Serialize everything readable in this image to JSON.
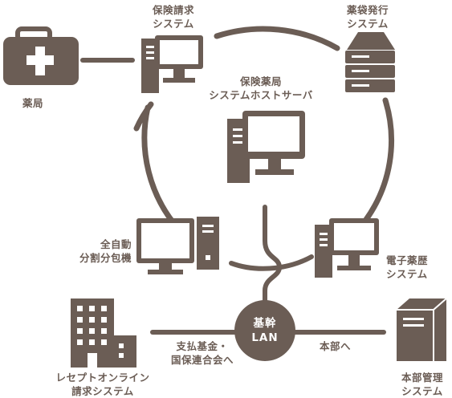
{
  "colors": {
    "primary": "#6b5d55",
    "background": "#ffffff"
  },
  "nodes": {
    "pharmacy": {
      "label": "薬局",
      "icon": "first-aid-kit-icon"
    },
    "insurance_billing": {
      "label": "保険請求\nシステム",
      "icon": "desktop-computer-icon"
    },
    "bag_issuing": {
      "label": "薬袋発行\nシステム",
      "icon": "server-stack-icon"
    },
    "host_server": {
      "label": "保険薬局\nシステムホストサーバ",
      "icon": "desktop-computer-icon"
    },
    "auto_dispenser": {
      "label": "全自動\n分割分包機",
      "icon": "computer-monitor-icon"
    },
    "e_medication": {
      "label": "電子薬歴\nシステム",
      "icon": "desktop-computer-icon"
    },
    "online_billing": {
      "label": "レセプトオンライン\n請求システム",
      "icon": "office-building-icon"
    },
    "hq_management": {
      "label": "本部管理\nシステム",
      "icon": "tower-server-icon"
    }
  },
  "hub": {
    "label": "基幹\nLAN"
  },
  "edges": {
    "to_fund": "支払基金・\n国保連合会へ",
    "to_hq": "本部へ"
  }
}
